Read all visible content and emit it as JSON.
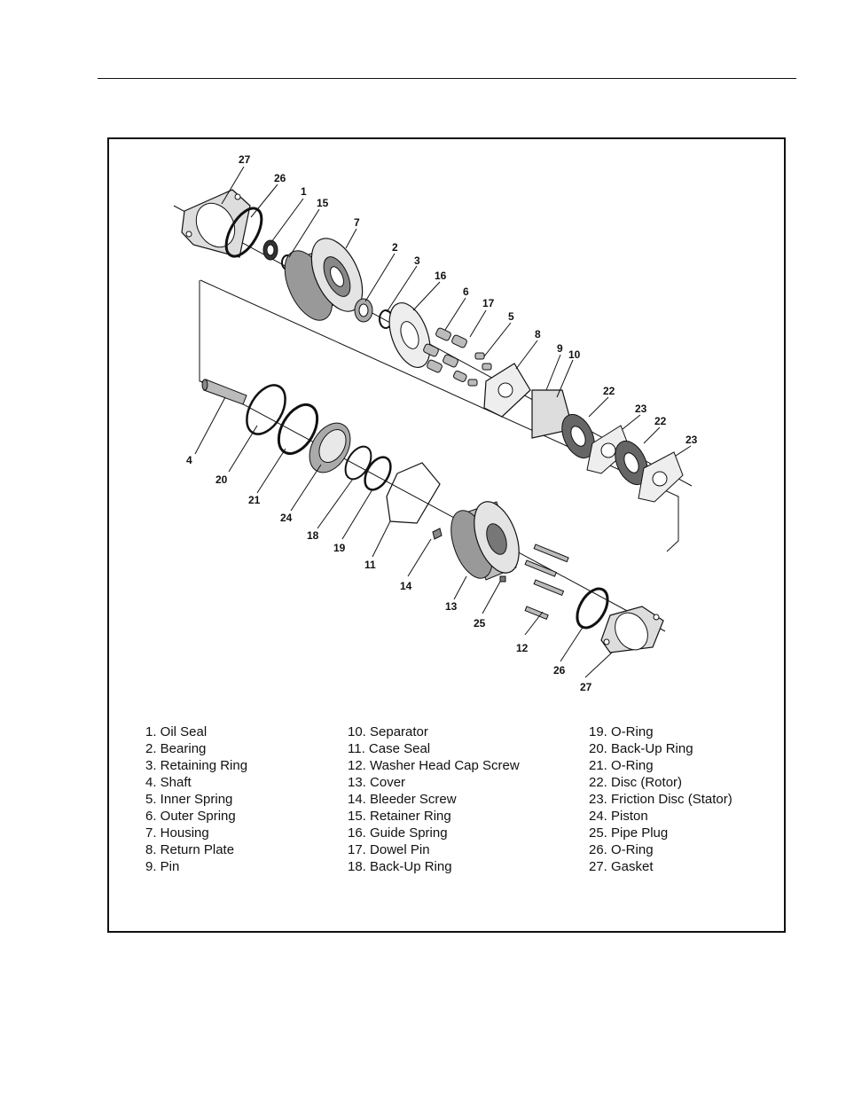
{
  "callouts": {
    "c27a": "27",
    "c26a": "26",
    "c1": "1",
    "c15": "15",
    "c7": "7",
    "c2": "2",
    "c3": "3",
    "c16": "16",
    "c6": "6",
    "c17": "17",
    "c5": "5",
    "c8": "8",
    "c9": "9",
    "c10": "10",
    "c22a": "22",
    "c23a": "23",
    "c22b": "22",
    "c23b": "23",
    "c4": "4",
    "c20": "20",
    "c21": "21",
    "c24": "24",
    "c18": "18",
    "c19": "19",
    "c11": "11",
    "c14": "14",
    "c13": "13",
    "c25": "25",
    "c12": "12",
    "c26b": "26",
    "c27b": "27"
  },
  "legend": {
    "col1": [
      "1. Oil Seal",
      "2. Bearing",
      "3. Retaining Ring",
      "4. Shaft",
      "5. Inner Spring",
      "6. Outer Spring",
      "7. Housing",
      "8. Return Plate",
      "9. Pin"
    ],
    "col2": [
      "10. Separator",
      "11. Case Seal",
      "12. Washer Head Cap Screw",
      "13. Cover",
      "14. Bleeder Screw",
      "15. Retainer Ring",
      "16. Guide Spring",
      "17. Dowel Pin",
      "18. Back-Up Ring"
    ],
    "col3": [
      "19. O-Ring",
      "20. Back-Up Ring",
      "21. O-Ring",
      "22. Disc (Rotor)",
      "23. Friction Disc (Stator)",
      "24. Piston",
      "25. Pipe Plug",
      "26. O-Ring",
      "27. Gasket"
    ]
  }
}
